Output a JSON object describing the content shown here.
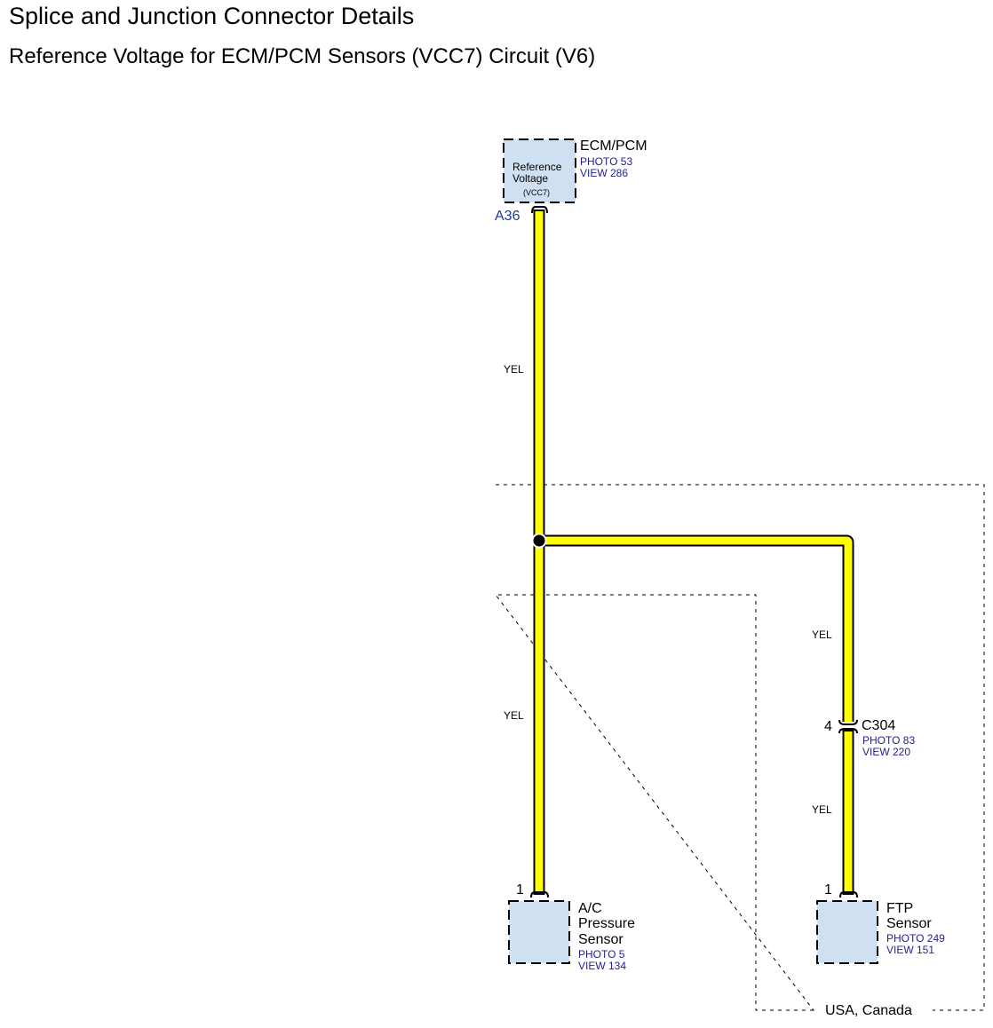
{
  "title": "Splice and Junction Connector Details",
  "subtitle": "Reference Voltage for ECM/PCM Sensors (VCC7) Circuit (V6)",
  "colors": {
    "wire_fill": "#ffff00",
    "wire_outline": "#000000",
    "component_fill": "#cfe0f3",
    "reference_text": "#1f1f8f"
  },
  "ecm": {
    "name": "ECM/PCM",
    "photo": "PHOTO 53",
    "view": "VIEW 286",
    "box_line1": "Reference",
    "box_line2": "Voltage",
    "box_line3": "(VCC7)",
    "pin": "A36"
  },
  "wires": {
    "w1_color": "YEL",
    "w2_color": "YEL",
    "w3_color": "YEL",
    "w4_color": "YEL"
  },
  "connector": {
    "name": "C304",
    "pin": "4",
    "photo": "PHOTO 83",
    "view": "VIEW 220"
  },
  "ac_sensor": {
    "line1": "A/C",
    "line2": "Pressure",
    "line3": "Sensor",
    "photo": "PHOTO 5",
    "view": "VIEW 134",
    "pin": "1"
  },
  "ftp_sensor": {
    "line1": "FTP",
    "line2": "Sensor",
    "photo": "PHOTO 249",
    "view": "VIEW 151",
    "pin": "1"
  },
  "region_label": "USA, Canada"
}
